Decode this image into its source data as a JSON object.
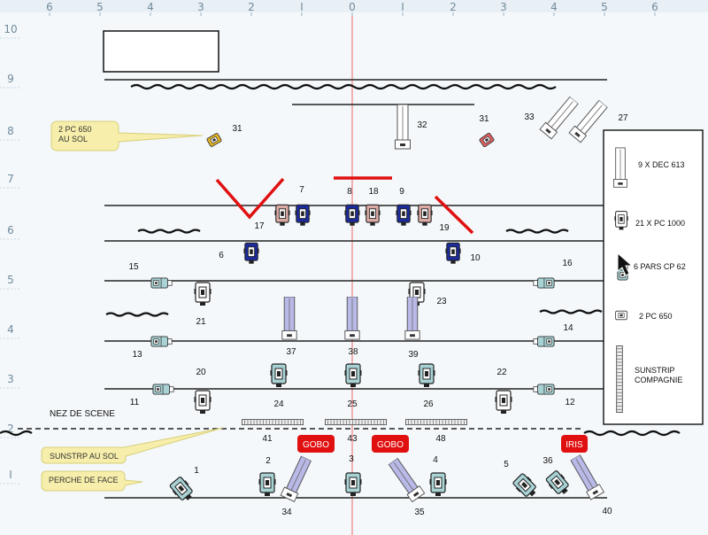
{
  "ruler": {
    "top": [
      "6",
      "5",
      "4",
      "3",
      "2",
      "I",
      "0",
      "I",
      "2",
      "3",
      "4",
      "5",
      "6"
    ],
    "left": [
      "10",
      "9",
      "8",
      "7",
      "6",
      "5",
      "4",
      "3",
      "2",
      "I"
    ]
  },
  "rows": {
    "r1": [
      "41",
      "43",
      "48"
    ],
    "r2": [
      "24",
      "25",
      "26"
    ],
    "r3": [
      "37",
      "38",
      "39"
    ]
  },
  "numbers": {
    "n1": "1",
    "n2": "2",
    "n3": "3",
    "n4": "4",
    "n5": "5",
    "n36": "36",
    "n34": "34",
    "n35": "35",
    "n40": "40",
    "n11": "11",
    "n20": "20",
    "n22": "22",
    "n12": "12",
    "n13": "13",
    "n14": "14",
    "n21": "21",
    "n23": "23",
    "n15": "15",
    "n16": "16",
    "n6": "6",
    "n10": "10",
    "n7": "7",
    "n8": "8",
    "n18": "18",
    "n9": "9",
    "n17": "17",
    "n19": "19",
    "n31a": "31",
    "n31b": "31",
    "n32": "32",
    "n33": "33",
    "n27": "27"
  },
  "callouts": {
    "pc_sol_l1": "2 PC 650",
    "pc_sol_l2": "AU SOL",
    "sunstrip_sol": "SUNSTRP AU SOL",
    "perche": "PERCHE DE FACE"
  },
  "stage_edge": "NEZ DE SCENE",
  "gobos": [
    "GOBO",
    "GOBO"
  ],
  "iris": "IRIS",
  "legend": {
    "dec": "9 X DEC 613",
    "pc1000": "21 X  PC 1000",
    "pars": "6 PARS CP 62",
    "pc650": "2 PC 650",
    "sunstrip_l1": "SUNSTRIP",
    "sunstrip_l2": "COMPAGNIE"
  },
  "colors": {
    "dec": "#b9b9e8",
    "pc1000_blue": "#1c2b9c",
    "pc1000_pink": "#dcaaa4",
    "pars": "#a8d2d4",
    "pc650_yellow": "#e8b820",
    "pc650_red": "#e06060",
    "red_accent": "#e01010",
    "callout": "#f6eeaa"
  }
}
